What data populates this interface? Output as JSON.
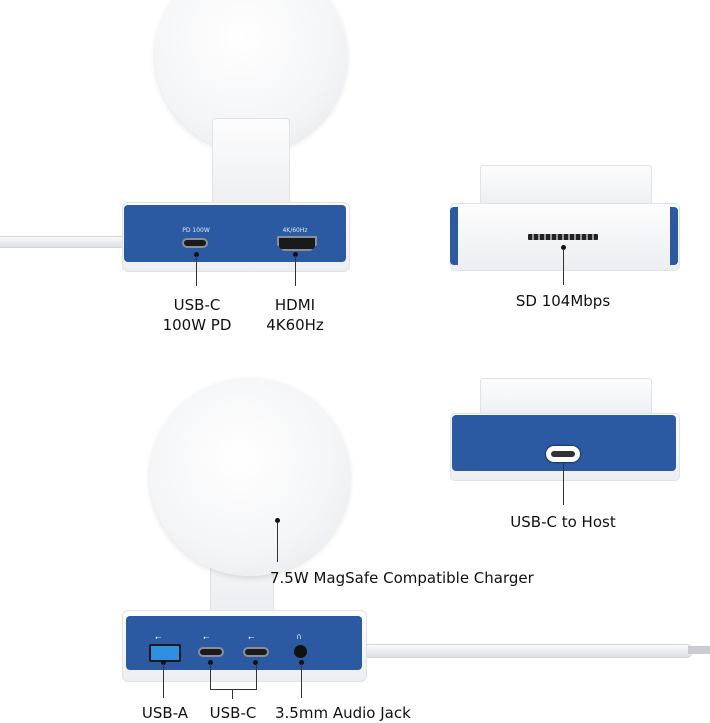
{
  "top_left": {
    "port_print_1": "PD 100W",
    "port_print_2": "4K/60Hz",
    "label_1": [
      "USB-C",
      "100W PD"
    ],
    "label_2": [
      "HDMI",
      "4K60Hz"
    ]
  },
  "top_right": {
    "label": "SD 104Mbps"
  },
  "middle_right": {
    "label": "USB-C to Host"
  },
  "bottom_left": {
    "charger_label": "7.5W MagSafe Compatible Charger",
    "label_usba": "USB-A",
    "label_usbc": "USB-C",
    "label_audio": "3.5mm Audio Jack"
  },
  "colors": {
    "accent_blue": "#2b5aa3"
  }
}
